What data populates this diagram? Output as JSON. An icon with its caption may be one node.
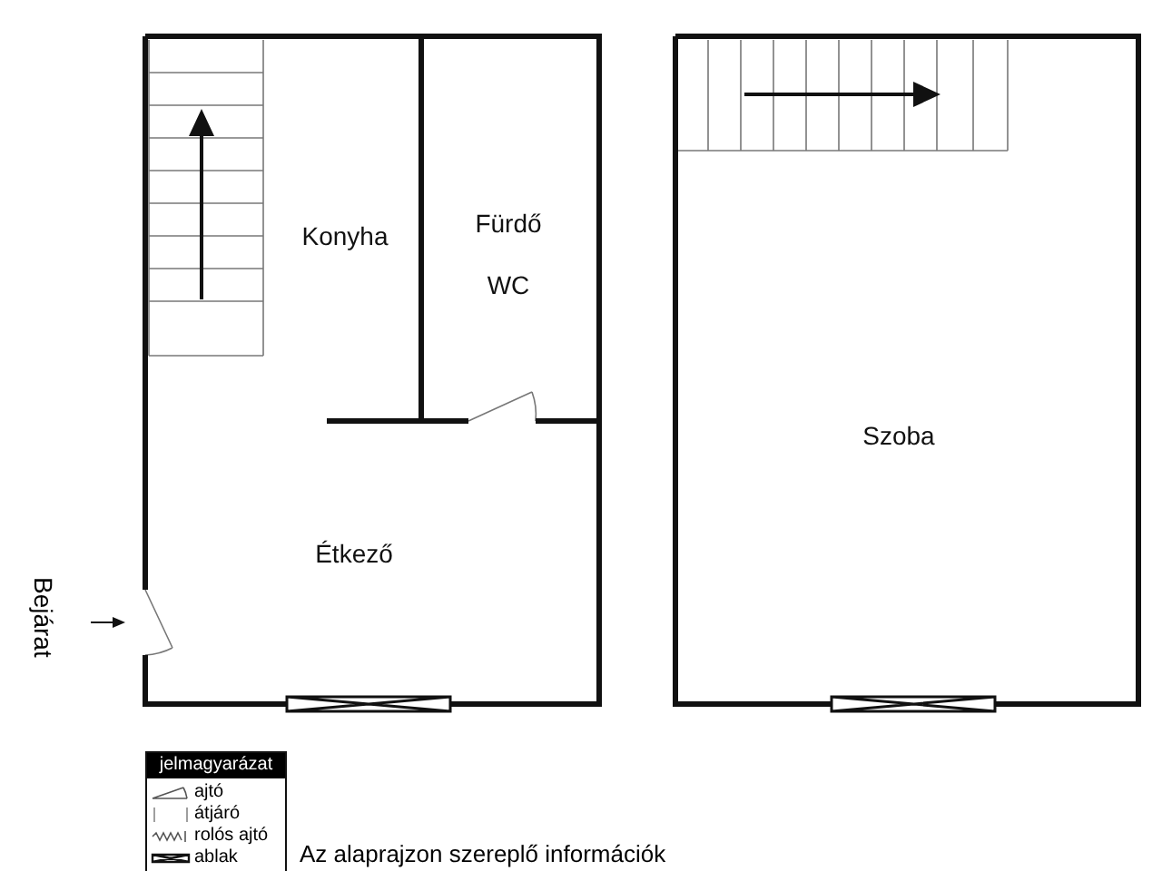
{
  "diagram": {
    "nodes": [
      {
        "text": [
          "Konyha"
        ]
      },
      {
        "text": [
          "Fürdő",
          "WC"
        ]
      },
      {
        "text": [
          "Étkező"
        ]
      },
      {
        "text": [
          "Szoba"
        ]
      }
    ],
    "labels": [
      "Bejárat",
      "jelmagyarázat",
      "Az alaprajzon szereplő információk"
    ],
    "legend": [
      {
        "text": "ajtó"
      },
      {
        "text": "átjáró"
      },
      {
        "text": "rolós ajtó"
      },
      {
        "text": "ablak"
      }
    ]
  }
}
